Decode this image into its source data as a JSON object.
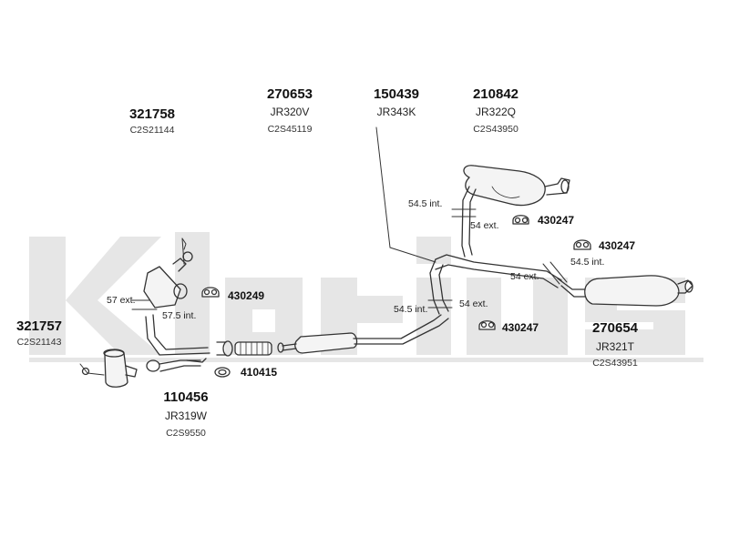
{
  "watermark": {
    "text": "Klarius"
  },
  "parts": {
    "p321758": {
      "number": "321758",
      "oe": "C2S21144"
    },
    "p270653": {
      "number": "270653",
      "ref": "JR320V",
      "oe": "C2S45119"
    },
    "p150439": {
      "number": "150439",
      "ref": "JR343K"
    },
    "p210842": {
      "number": "210842",
      "ref": "JR322Q",
      "oe": "C2S43950"
    },
    "p321757": {
      "number": "321757",
      "oe": "C2S21143"
    },
    "p110456": {
      "number": "110456",
      "ref": "JR319W",
      "oe": "C2S9550"
    },
    "p270654": {
      "number": "270654",
      "ref": "JR321T",
      "oe": "C2S43951"
    },
    "p430247a": {
      "number": "430247"
    },
    "p430247b": {
      "number": "430247"
    },
    "p430247c": {
      "number": "430247"
    },
    "p430249": {
      "number": "430249"
    },
    "p410415": {
      "number": "410415"
    }
  },
  "dimensions": {
    "d1": "54.5 int.",
    "d2": "54 ext.",
    "d3": "54.5 int.",
    "d4": "54 ext.",
    "d5": "54.5 int.",
    "d6": "54 ext.",
    "d7": "57 ext.",
    "d8": "57.5 int."
  }
}
